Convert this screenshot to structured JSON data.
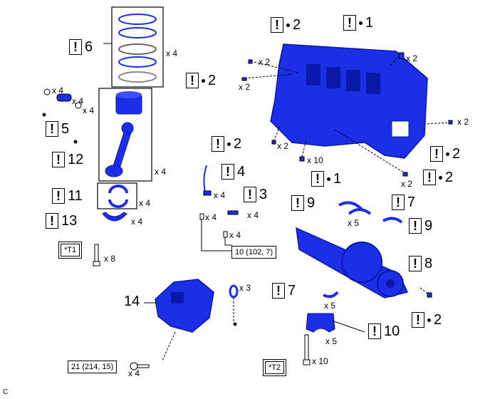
{
  "diagram": {
    "footnote": "C",
    "callouts": [
      {
        "id": "c6",
        "number": "6",
        "bullet": false
      },
      {
        "id": "c5",
        "number": "5",
        "bullet": false
      },
      {
        "id": "c12",
        "number": "12",
        "bullet": false
      },
      {
        "id": "c11",
        "number": "11",
        "bullet": false
      },
      {
        "id": "c13",
        "number": "13",
        "bullet": false
      },
      {
        "id": "c4",
        "number": "4",
        "bullet": false
      },
      {
        "id": "c3",
        "number": "3",
        "bullet": false
      },
      {
        "id": "c2a",
        "number": "2",
        "bullet": true
      },
      {
        "id": "c1a",
        "number": "1",
        "bullet": true
      },
      {
        "id": "c2b",
        "number": "2",
        "bullet": true
      },
      {
        "id": "c2c",
        "number": "2",
        "bullet": true
      },
      {
        "id": "c2d",
        "number": "2",
        "bullet": true
      },
      {
        "id": "c1b",
        "number": "1",
        "bullet": true
      },
      {
        "id": "c2e",
        "number": "2",
        "bullet": true
      },
      {
        "id": "c9a",
        "number": "9",
        "bullet": false
      },
      {
        "id": "c7a",
        "number": "7",
        "bullet": false
      },
      {
        "id": "c9b",
        "number": "9",
        "bullet": false
      },
      {
        "id": "c8",
        "number": "8",
        "bullet": false
      },
      {
        "id": "c7b",
        "number": "7",
        "bullet": false
      },
      {
        "id": "c2f",
        "number": "2",
        "bullet": true
      },
      {
        "id": "c10",
        "number": "10",
        "bullet": false
      },
      {
        "id": "c14",
        "number": "14",
        "bullet": false
      }
    ],
    "quantities": {
      "q_rings": "x 4",
      "q_pin1": "x 4",
      "q_pin2": "x 4",
      "q_clip": "x 4",
      "q_rod": "x 4",
      "q_brg11": "x 4",
      "q_cap13": "x 4",
      "q_bolt_t1": "x 8",
      "q_jet_a": "x 4",
      "q_jet_b": "x 4",
      "q_jet_bolt_a": "x 4",
      "q_jet_bolt_b": "x 4",
      "q_plug1": "x 2",
      "q_plug2": "x 2",
      "q_plug3": "x 2",
      "q_plug4": "x 2",
      "q_plug5": "x 2",
      "q_plug6": "x 2",
      "q_plug_1b": "x 10",
      "q_thrust_top": "x 5",
      "q_thrust_bot": "x 5",
      "q_oring": "x 3",
      "q_pump_bolt": "x 4",
      "q_cap10": "x 5",
      "q_bolt_t2": "x 10"
    },
    "torques": {
      "jet": "10 (102, 7)",
      "pump": "21 (214, 15)"
    },
    "tool_labels": {
      "t1": "*T1",
      "t2": "*T2"
    },
    "colors": {
      "part_blue": "#1a2fe6",
      "part_dark": "#0a18a8",
      "outline": "#000000"
    }
  }
}
